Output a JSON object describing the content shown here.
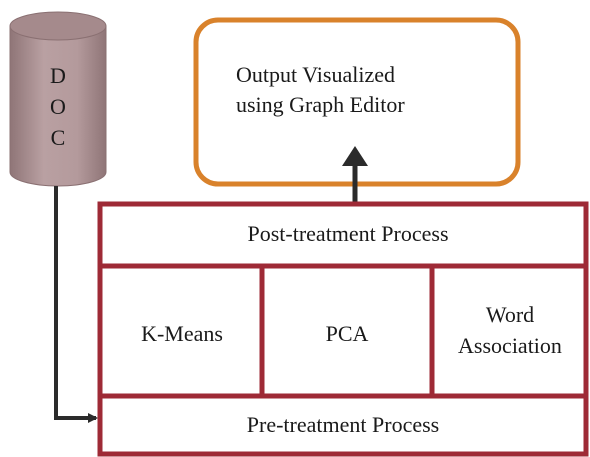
{
  "database": {
    "letters": [
      "D",
      "O",
      "C"
    ]
  },
  "output_box": {
    "line1": "Output Visualized",
    "line2": "using Graph Editor"
  },
  "post_treatment": {
    "label": "Post-treatment Process"
  },
  "methods": {
    "kmeans": "K-Means",
    "pca": "PCA",
    "word_line1": "Word",
    "word_line2": "Association"
  },
  "pre_treatment": {
    "label": "Pre-treatment Process"
  },
  "colors": {
    "frame": "#9e2a36",
    "output_border": "#d9822b",
    "cylinder_fill": "#b49a9c",
    "cylinder_top": "#a58a8c",
    "arrow": "#2b2b2b"
  }
}
